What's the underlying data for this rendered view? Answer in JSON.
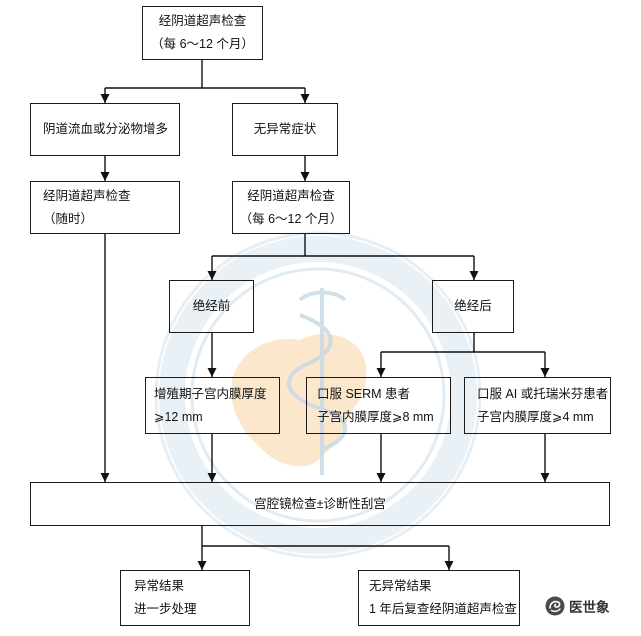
{
  "nodes": {
    "top": {
      "line1": "经阴道超声检查",
      "line2": "（每 6～12 个月）"
    },
    "bleeding": {
      "line1": "阴道流血或分泌物增多"
    },
    "no_symptom": {
      "line1": "无异常症状"
    },
    "ultrasound_any": {
      "line1": "经阴道超声检查",
      "line2": "（随时）"
    },
    "ultrasound_periodic": {
      "line1": "经阴道超声检查",
      "line2": "（每 6～12 个月）"
    },
    "premenopause": {
      "line1": "绝经前"
    },
    "postmenopause": {
      "line1": "绝经后"
    },
    "proliferative": {
      "line1": "增殖期子宫内膜厚度",
      "line2": "⩾12 mm"
    },
    "serm": {
      "line1": "口服 SERM 患者",
      "line2": "子宫内膜厚度⩾8 mm"
    },
    "ai": {
      "line1": "口服 AI 或托瑞米芬患者",
      "line2": "子宫内膜厚度⩾4 mm"
    },
    "hysteroscopy": {
      "line1": "宫腔镜检查±诊断性刮宫"
    },
    "abnormal": {
      "line1": "异常结果",
      "line2": "进一步处理"
    },
    "normal": {
      "line1": "无异常结果",
      "line2": "1 年后复查经阴道超声检查"
    }
  },
  "logo": {
    "text": "医世象",
    "icon": "logo-swirl-icon"
  },
  "colors": {
    "line": "#111111",
    "watermark_ring": "#cfe0ec",
    "watermark_map": "#f7c98c"
  }
}
